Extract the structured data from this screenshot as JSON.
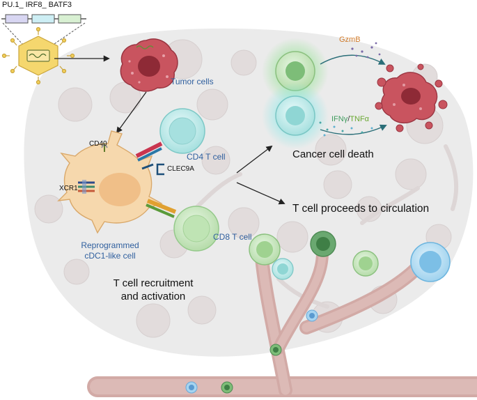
{
  "genes": {
    "label_text": "PU.1_ IRF8_ BATF3"
  },
  "labels": {
    "tumor_cells": "Tumor cells",
    "cd40": "CD40",
    "xcr1": "XCR1",
    "clec9a": "CLEC9A",
    "cd4": "CD4 T cell",
    "cd8": "CD8 T cell",
    "dc_line1": "Reprogrammed",
    "dc_line2": "cDC1-like cell",
    "gzmb": "GzmB",
    "ifn": "IFNγ",
    "slash": "/",
    "tnf": "TNFα",
    "death": "Cancer cell death",
    "circulation": "T cell proceeds to circulation",
    "recruit_line1": "T cell recruitment",
    "recruit_line2": "and activation"
  },
  "colors": {
    "tissue": "#ececec",
    "tumor": "#c9545f",
    "tumor_dark": "#8e2a36",
    "dc": "#f6d8ad",
    "dc_nucleus": "#f0bf88",
    "cd4": "#a9e3e2",
    "cd8": "#bfe4b4",
    "vessel": "#d8b4b0",
    "label_blue": "#2f5f9e",
    "gzmb_orange": "#d07a2a",
    "ifn_green": "#3f9c5e",
    "tnf_green": "#6aa832",
    "virus": "#f2cf5b"
  }
}
